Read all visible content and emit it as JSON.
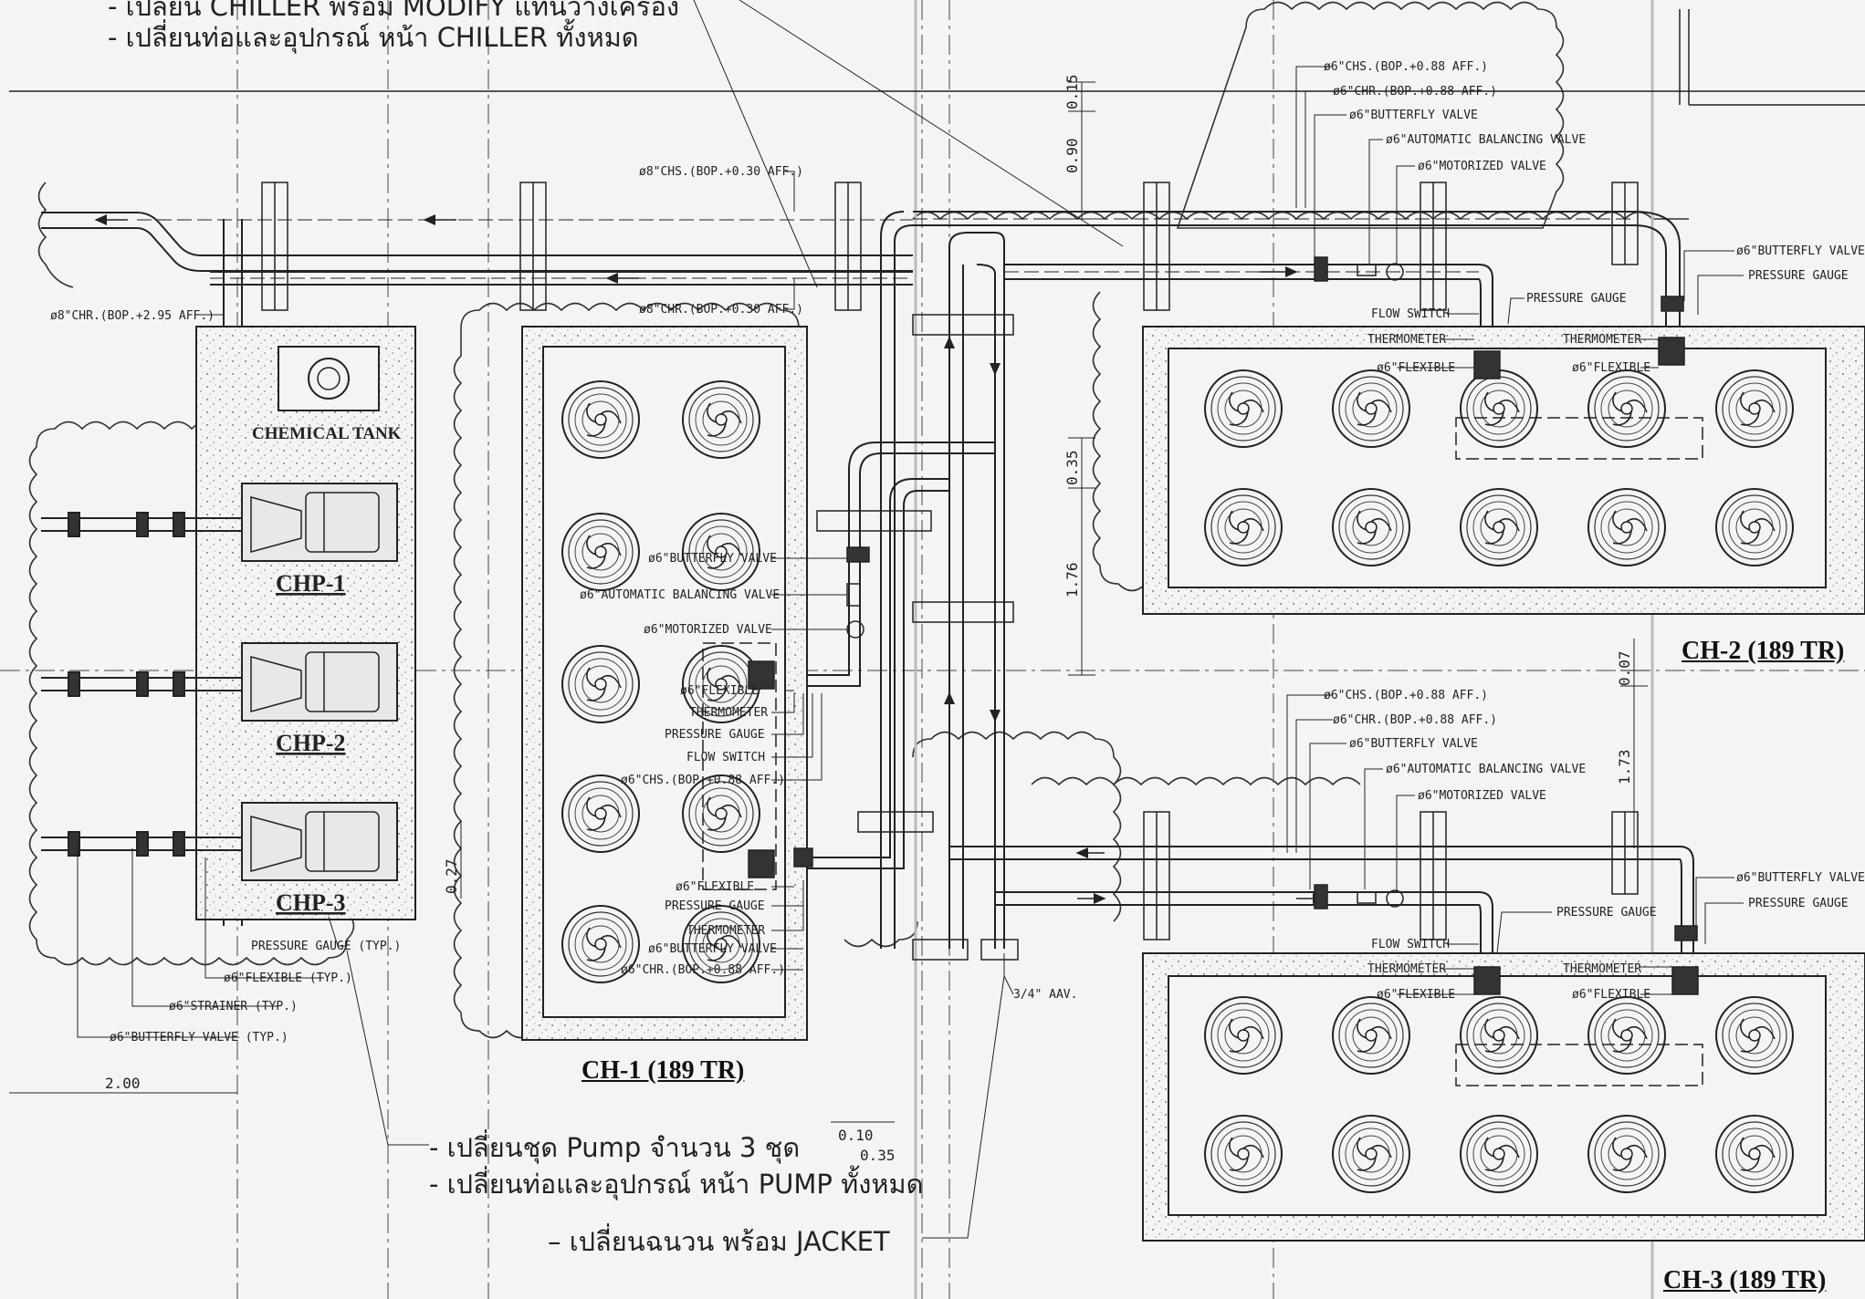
{
  "notes": {
    "top_partial": "- เปลี่ยน CHILLER พร้อม MODIFY แท่นวางเครื่อง",
    "top_line2": "- เปลี่ยนท่อและอุปกรณ์ หน้า CHILLER ทั้งหมด",
    "pump_line1": "- เปลี่ยนชุด Pump จำนวน 3 ชุด",
    "pump_line2": "- เปลี่ยนท่อและอุปกรณ์ หน้า PUMP ทั้งหมด",
    "insulation": "–  เปลี่ยนฉนวน พร้อม JACKET"
  },
  "titles": {
    "ch1": "CH-1 (189 TR)",
    "ch2": "CH-2 (189 TR)",
    "ch3": "CH-3 (189 TR)"
  },
  "pumps": {
    "chp1": "CHP-1",
    "chp2": "CHP-2",
    "chp3": "CHP-3",
    "tank": "CHEMICAL TANK"
  },
  "dimensions": {
    "d015": "0.15",
    "d090": "0.90",
    "d035": "0.35",
    "d176": "1.76",
    "d007": "0.07",
    "d173": "1.73",
    "d027": "0.27",
    "d200": "2.00",
    "d010": "0.10",
    "d035b": "0.35"
  },
  "labels": {
    "main_chs": "ø8\"CHS.(BOP.+0.30 AFF.)",
    "main_chr": "ø8\"CHR.(BOP.+0.30 AFF.)",
    "riser_chr": "ø8\"CHR.(BOP.+2.95 AFF.)",
    "pressure_gauge_typ": "PRESSURE GAUGE (TYP.)",
    "flexible_typ": "ø6\"FLEXIBLE (TYP.)",
    "strainer_typ": "ø6\"STRAINER (TYP.)",
    "butterfly_typ": "ø6\"BUTTERFLY VALVE (TYP.)",
    "aav": "3/4\" AAV.",
    "ch1": {
      "butterfly": "ø6\"BUTTERFLY VALVE",
      "abv": "ø6\"AUTOMATIC BALANCING VALVE",
      "motorized": "ø6\"MOTORIZED VALVE",
      "flexible": "ø6\"FLEXIBLE",
      "thermometer": "THERMOMETER",
      "pressure_gauge": "PRESSURE GAUGE",
      "flow_switch": "FLOW SWITCH",
      "chs": "ø6\"CHS.(BOP.+0.88 AFF.)",
      "flexible2": "ø6\"FLEXIBLE",
      "pressure_gauge2": "PRESSURE GAUGE",
      "thermometer2": "THERMOMETER",
      "butterfly2": "ø6\"BUTTERFLY VALVE",
      "chr": "ø6\"CHR.(BOP.+0.88 AFF.)"
    },
    "ch2": {
      "chs": "ø6\"CHS.(BOP.+0.88 AFF.)",
      "chr": "ø6\"CHR.(BOP.+0.88 AFF.)",
      "butterfly": "ø6\"BUTTERFLY VALVE",
      "abv": "ø6\"AUTOMATIC BALANCING VALVE",
      "motorized": "ø6\"MOTORIZED VALVE",
      "pressure_gauge": "PRESSURE GAUGE",
      "flow_switch": "FLOW SWITCH",
      "thermometer": "THERMOMETER",
      "thermometer2": "THERMOMETER",
      "flexible": "ø6\"FLEXIBLE",
      "flexible2": "ø6\"FLEXIBLE",
      "butterfly_r": "ø6\"BUTTERFLY VALVE",
      "pressure_gauge_r": "PRESSURE GAUGE"
    },
    "ch3": {
      "chs": "ø6\"CHS.(BOP.+0.88 AFF.)",
      "chr": "ø6\"CHR.(BOP.+0.88 AFF.)",
      "butterfly": "ø6\"BUTTERFLY VALVE",
      "abv": "ø6\"AUTOMATIC BALANCING VALVE",
      "motorized": "ø6\"MOTORIZED VALVE",
      "pressure_gauge": "PRESSURE GAUGE",
      "flow_switch": "FLOW SWITCH",
      "thermometer": "THERMOMETER",
      "thermometer2": "THERMOMETER",
      "flexible": "ø6\"FLEXIBLE",
      "flexible2": "ø6\"FLEXIBLE",
      "butterfly_r": "ø6\"BUTTERFLY VALVE",
      "pressure_gauge_r": "PRESSURE GAUGE"
    }
  }
}
